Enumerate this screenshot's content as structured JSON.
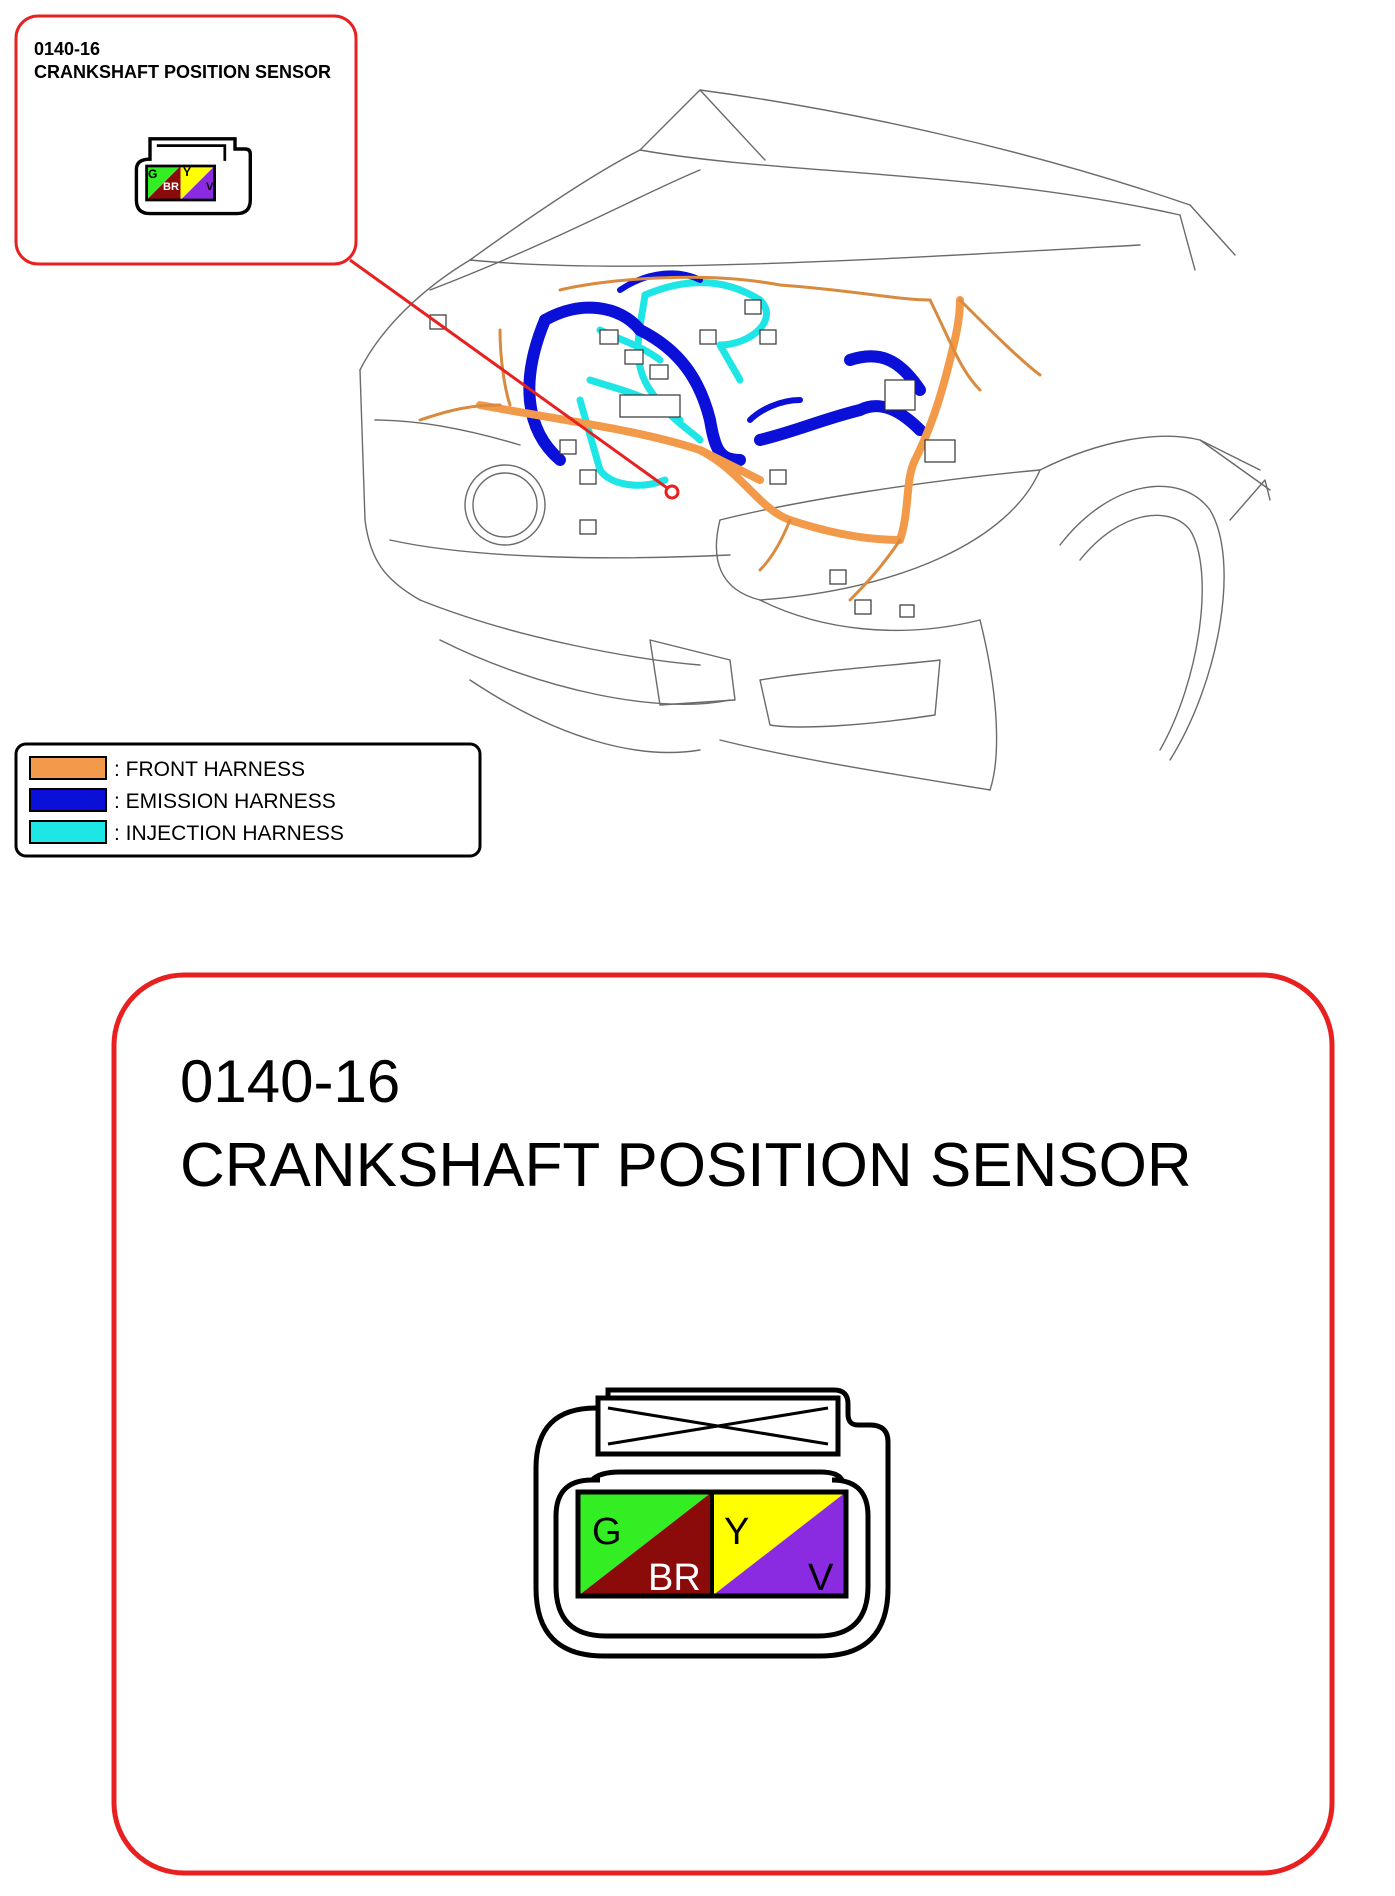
{
  "callout": {
    "code": "0140-16",
    "name": "CRANKSHAFT POSITION SENSOR"
  },
  "detail": {
    "code": "0140-16",
    "name": "CRANKSHAFT POSITION SENSOR"
  },
  "connector": {
    "pins": [
      {
        "label": "G",
        "color": "#33ee22"
      },
      {
        "label": "BR",
        "color": "#8b0a0a"
      },
      {
        "label": "Y",
        "color": "#ffff00"
      },
      {
        "label": "V",
        "color": "#8a2be2"
      }
    ]
  },
  "legend": {
    "items": [
      {
        "label": ": FRONT HARNESS",
        "color": "#f29a4a"
      },
      {
        "label": ": EMISSION HARNESS",
        "color": "#0a10d8"
      },
      {
        "label": ": INJECTION HARNESS",
        "color": "#1ee6e6"
      }
    ]
  },
  "colors": {
    "accent": "#e82020",
    "front_harness": "#f29a4a",
    "emission_harness": "#0a10d8",
    "injection_harness": "#1ee6e6"
  }
}
